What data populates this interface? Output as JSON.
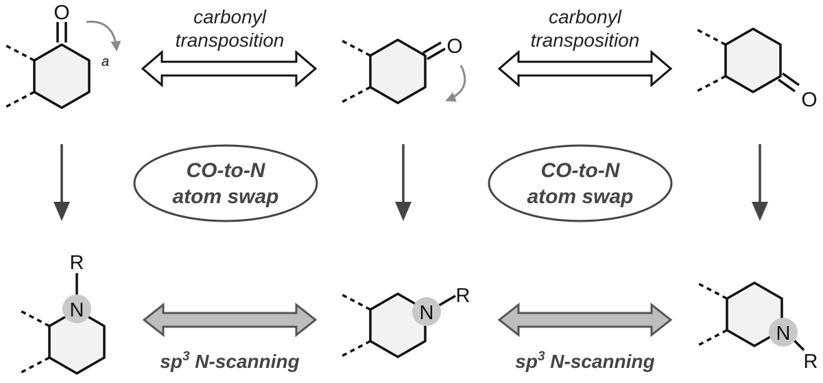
{
  "top_arrows": [
    {
      "line1": "carbonyl",
      "line2": "transposition"
    },
    {
      "line1": "carbonyl",
      "line2": "transposition"
    }
  ],
  "swap_ovals": [
    {
      "line1": "CO-to-N",
      "line2": "atom swap"
    },
    {
      "line1": "CO-to-N",
      "line2": "atom swap"
    }
  ],
  "bottom_arrows": [
    {
      "prefix": "sp",
      "superscript": "3",
      "suffix": " N-scanning"
    },
    {
      "prefix": "sp",
      "superscript": "3",
      "suffix": " N-scanning"
    }
  ],
  "atoms": {
    "oxygen": "O",
    "nitrogen": "N",
    "r_group": "R",
    "bond_label": "a"
  },
  "colors": {
    "ring_fill": "#f2f2f2",
    "nitrogen_highlight": "#c8c8c8",
    "gray_arrow_fill": "#bdbdbd",
    "gray_arrow_stroke": "#555555",
    "reaction_arrow": "#444444",
    "curved_arrow": "#8a8a8a",
    "text": "#222222"
  }
}
